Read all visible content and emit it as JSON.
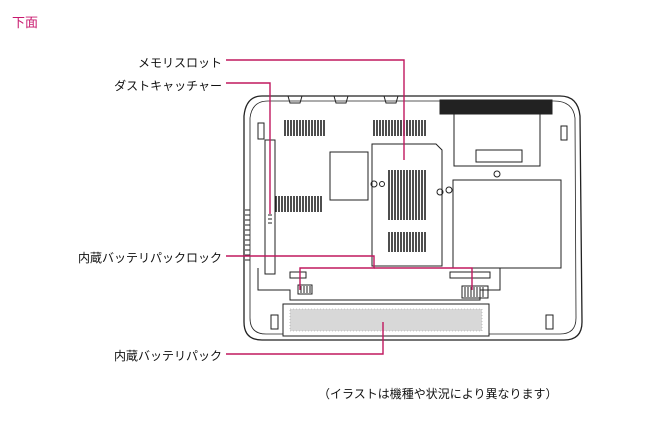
{
  "heading": "下面",
  "labels": {
    "memory_slot": "メモリスロット",
    "dust_catcher": "ダストキャッチャー",
    "battery_lock": "内蔵バッテリパックロック",
    "battery_pack": "内蔵バッテリパック"
  },
  "caption": "（イラストは機種や状況により異なります）",
  "colors": {
    "leader": "#c0185f",
    "heading": "#c8186e",
    "outline": "#222222"
  }
}
